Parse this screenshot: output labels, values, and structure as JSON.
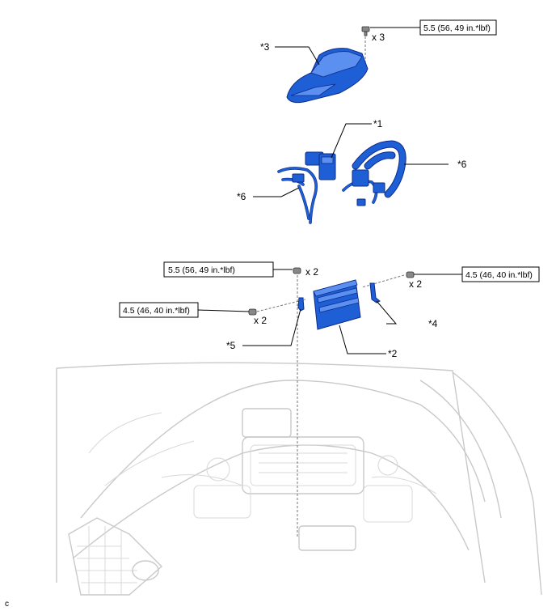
{
  "callouts": {
    "c1": "*1",
    "c2": "*2",
    "c3": "*3",
    "c4": "*4",
    "c5": "*5",
    "c6a": "*6",
    "c6b": "*6"
  },
  "quantities": {
    "q_top": "x 3",
    "q_mid": "x 2",
    "q_right": "x 2",
    "q_left": "x 2"
  },
  "torques": {
    "t_top": "5.5 (56, 49 in.*lbf)",
    "t_mid": "5.5 (56, 49 in.*lbf)",
    "t_right": "4.5 (46, 40 in.*lbf)",
    "t_left": "4.5 (46, 40 in.*lbf)"
  },
  "corner_code": "c",
  "colors": {
    "part_blue": "#1f5fd6",
    "part_edge": "#0b2c8a",
    "vehicle_gray": "#c9c9c9"
  }
}
